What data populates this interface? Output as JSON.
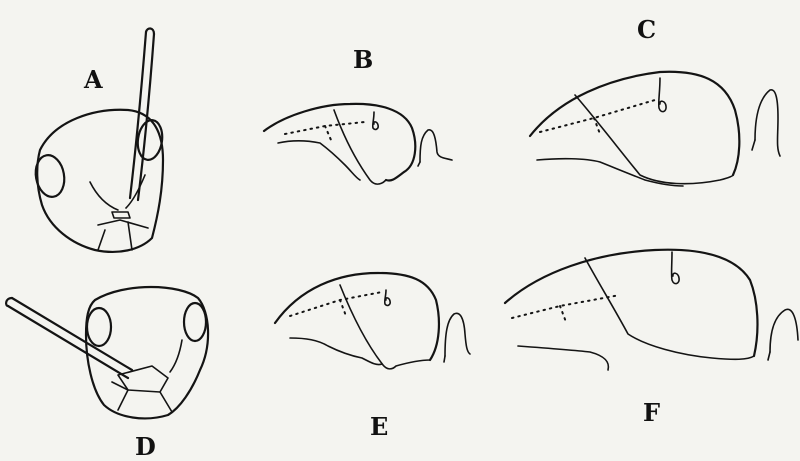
{
  "figure": {
    "labels": {
      "a": "A",
      "b": "B",
      "c": "C",
      "d": "D",
      "e": "E",
      "f": "F"
    },
    "colors": {
      "ink": "#141414",
      "paper": "#f4f4f0"
    }
  }
}
